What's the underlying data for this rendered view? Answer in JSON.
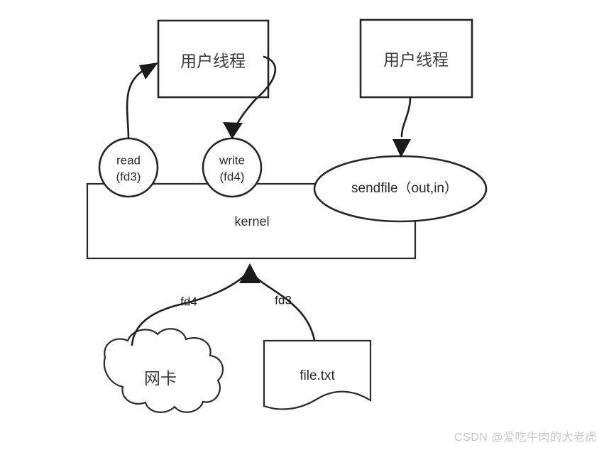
{
  "diagram": {
    "title": "sendfile zero-copy vs read/write diagram",
    "background": "#ffffff",
    "stroke_color": "#262626",
    "text_color": "#2b2b2b",
    "nodes": {
      "user_thread_left": {
        "label": "用户线程",
        "shape": "rectangle"
      },
      "user_thread_right": {
        "label": "用户线程",
        "shape": "rectangle"
      },
      "read_call": {
        "label_line1": "read",
        "label_line2": "(fd3)",
        "shape": "circle"
      },
      "write_call": {
        "label_line1": "write",
        "label_line2": "(fd4)",
        "shape": "circle"
      },
      "sendfile_call": {
        "label": "sendfile（out,in）",
        "shape": "ellipse"
      },
      "kernel": {
        "label": "kernel",
        "shape": "rectangle"
      },
      "nic": {
        "label": "网卡",
        "shape": "cloud"
      },
      "file": {
        "label": "file.txt",
        "shape": "document"
      }
    },
    "edges": [
      {
        "from": "read_call",
        "to": "user_thread_left",
        "label": ""
      },
      {
        "from": "user_thread_left",
        "to": "write_call",
        "label": ""
      },
      {
        "from": "user_thread_right",
        "to": "sendfile_call",
        "label": ""
      },
      {
        "from": "nic",
        "to": "kernel",
        "label": "fd4"
      },
      {
        "from": "file",
        "to": "kernel",
        "label": "fd3"
      }
    ],
    "edge_labels": {
      "fd4": "fd4",
      "fd3": "fd3"
    }
  },
  "watermark": {
    "text": "CSDN @爱吃牛肉的大老虎"
  }
}
